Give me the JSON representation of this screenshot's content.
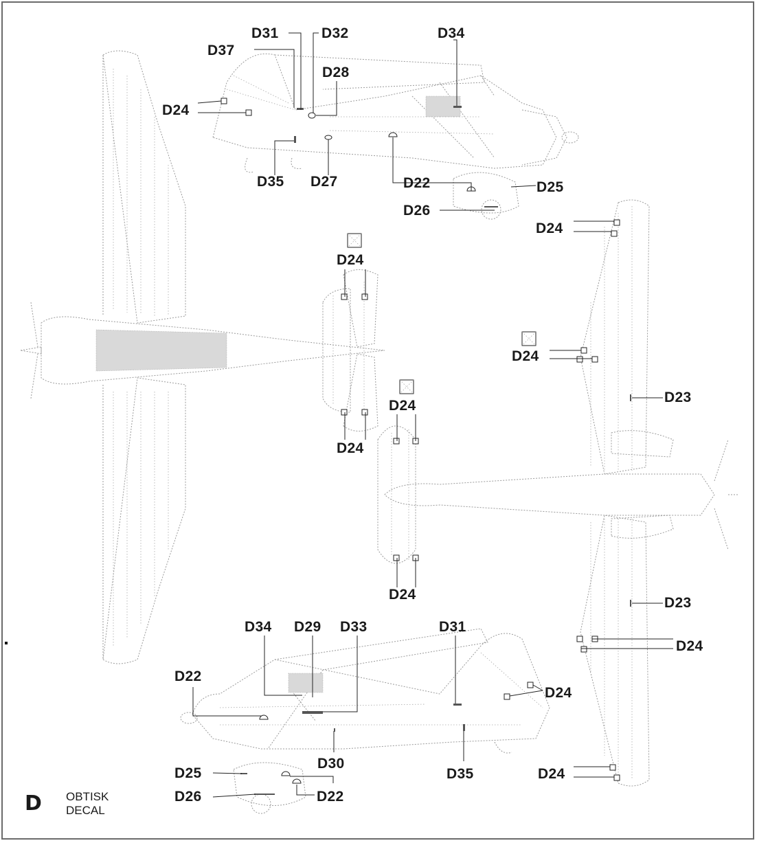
{
  "labels": {
    "side_top": {
      "d31": "D31",
      "d32": "D32",
      "d34": "D34",
      "d37": "D37",
      "d28": "D28",
      "d24": "D24",
      "d35": "D35",
      "d27": "D27",
      "d22": "D22",
      "d25": "D25",
      "d26": "D26"
    },
    "plan_left": {
      "d24_top": "D24",
      "d24_bottom": "D24"
    },
    "plan_right": {
      "d24_wing_top": "D24",
      "d24_wing_mid": "D24",
      "d24_tail_top": "D24",
      "d24_tail_bottom": "D24",
      "d23_upper": "D23",
      "d23_lower": "D23",
      "d24_wing_lower": "D24",
      "d24_wing_tip": "D24"
    },
    "side_bottom": {
      "d34": "D34",
      "d29": "D29",
      "d33": "D33",
      "d31": "D31",
      "d22": "D22",
      "d24": "D24",
      "d30": "D30",
      "d35": "D35",
      "d25": "D25",
      "d26": "D26",
      "d22_low": "D22"
    }
  },
  "legend": {
    "letter": "D",
    "line1": "OBTISK",
    "line2": "DECAL"
  }
}
